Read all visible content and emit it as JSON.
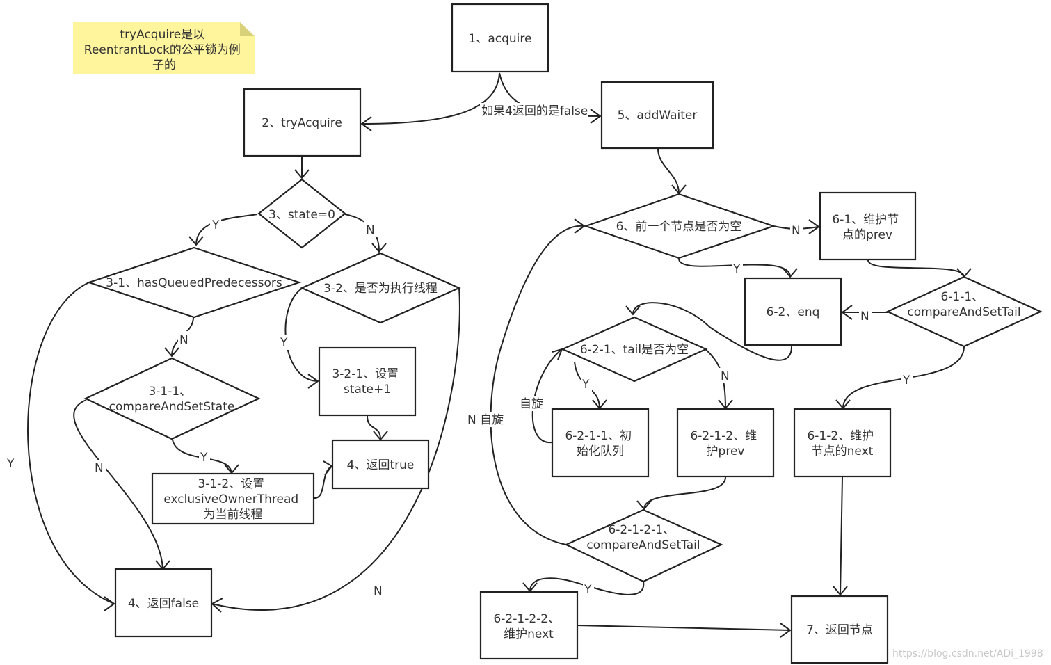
{
  "note": {
    "lines": [
      "tryAcquire是以",
      "ReentrantLock的公平锁为例",
      "子的"
    ]
  },
  "nodes": {
    "n1": [
      "1、acquire"
    ],
    "n2": [
      "2、tryAcquire"
    ],
    "n5": [
      "5、addWaiter"
    ],
    "d3": [
      "3、state=0"
    ],
    "d31": [
      "3-1、hasQueuedPredecessors"
    ],
    "d32": [
      "3-2、是否为执行线程"
    ],
    "d311": [
      "3-1-1、",
      "compareAndSetState"
    ],
    "n321": [
      "3-2-1、设置",
      "state+1"
    ],
    "n4t": [
      "4、返回true"
    ],
    "n312": [
      "3-1-2、设置",
      "exclusiveOwnerThread",
      "为当前线程"
    ],
    "n4f": [
      "4、返回false"
    ],
    "d6": [
      "6、前一个节点是否为空"
    ],
    "n61": [
      "6-1、维护节",
      "点的prev"
    ],
    "n62": [
      "6-2、enq"
    ],
    "d611": [
      "6-1-1、",
      "compareAndSetTail"
    ],
    "d621": [
      "6-2-1、tail是否为空"
    ],
    "n6211": [
      "6-2-1-1、初",
      "始化队列"
    ],
    "n6212": [
      "6-2-1-2、维",
      "护prev"
    ],
    "n612": [
      "6-1-2、维护",
      "节点的next"
    ],
    "d62121": [
      "6-2-1-2-1、",
      "compareAndSetTail"
    ],
    "n62122": [
      "6-2-1-2-2、",
      "维护next"
    ],
    "n7": [
      "7、返回节点"
    ]
  },
  "edge_labels": {
    "if_false": "如果4返回的是false",
    "y": "Y",
    "n": "N",
    "spin": "自旋",
    "n_spin": "N 自旋"
  },
  "watermark": "https://blog.csdn.net/ADi_1998",
  "colors": {
    "note_bg": "#fff59d",
    "stroke": "#222222",
    "text": "#333333"
  }
}
